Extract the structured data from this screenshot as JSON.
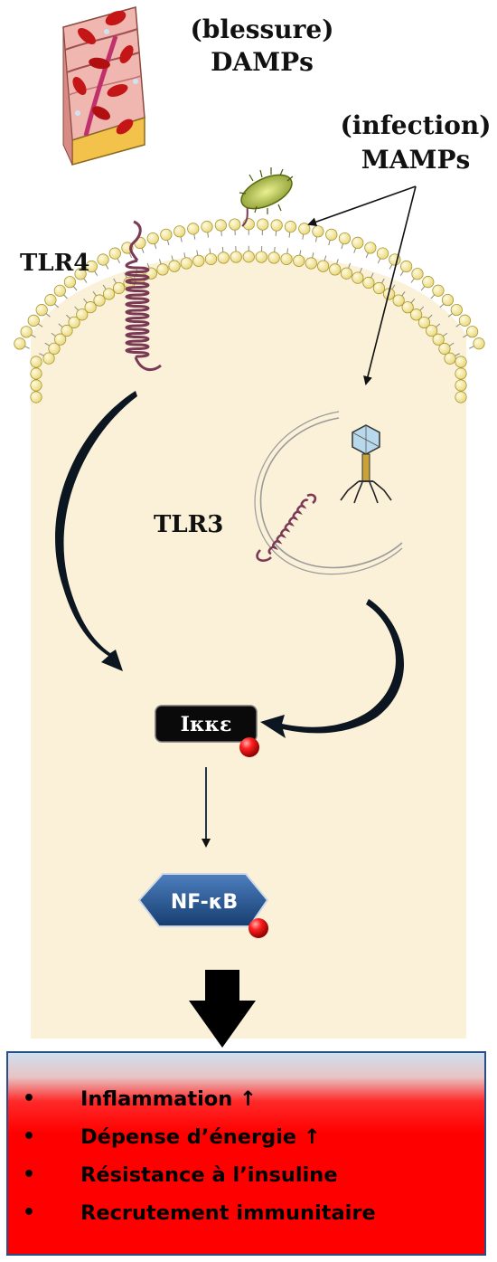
{
  "labels": {
    "wound": "(blessure)",
    "damps": "DAMPs",
    "infection": "(infection)",
    "mamps": "MAMPs",
    "tlr4": "TLR4",
    "tlr3": "TLR3",
    "ikk": "Ικκε",
    "nfkb": "NF-κB"
  },
  "effects": {
    "bullet": "•",
    "items": [
      "Inflammation ↑",
      "Dépense d’énergie ↑",
      "Résistance à l’insuline",
      "Recrutement immunitaire"
    ]
  },
  "colors": {
    "cytoplasm": "#fbf0d8",
    "lipid_head": "#f6eba0",
    "receptor": "#7a3a55",
    "effects_red": "#ff0000",
    "effects_top": "#cde0ee",
    "phospho_dot": "#e01010",
    "nfkb_fill": "#1f4f8c"
  }
}
